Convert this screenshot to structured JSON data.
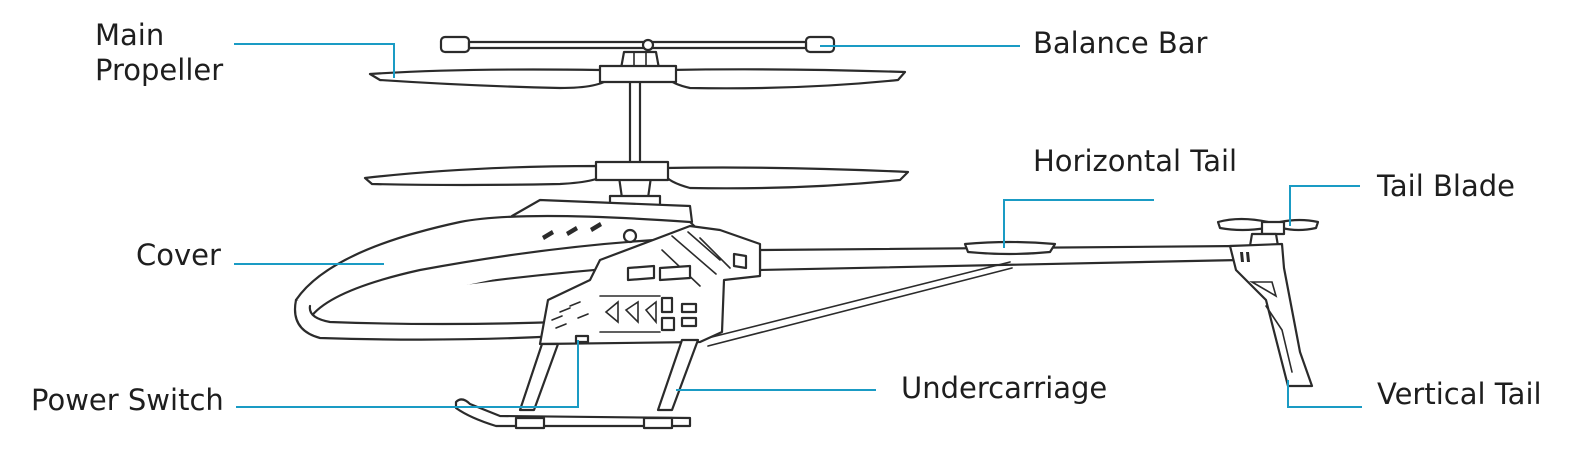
{
  "diagram": {
    "leader_color": "#1a9bc4",
    "labels": {
      "main_propeller_line1": "Main",
      "main_propeller_line2": "Propeller",
      "balance_bar": "Balance Bar",
      "horizontal_tail": "Horizontal Tail",
      "tail_blade": "Tail Blade",
      "cover": "Cover",
      "power_switch": "Power Switch",
      "undercarriage": "Undercarriage",
      "vertical_tail": "Vertical Tail"
    }
  }
}
